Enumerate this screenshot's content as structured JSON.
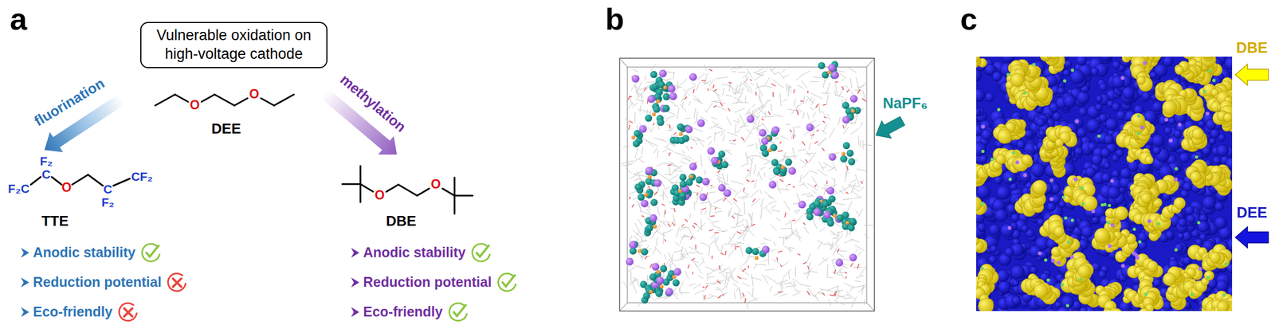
{
  "diagram": {
    "nodes": [
      {
        "text": [
          "Vulnerable oxidation on high-voltage cathode"
        ]
      }
    ],
    "labels": [
      "a",
      "b",
      "c",
      "fluorination",
      "methylation",
      "O",
      "O",
      "DEE",
      "F₂C",
      "F₂",
      "C",
      "O",
      "C",
      "F₂",
      "CF₂",
      "TTE",
      "O",
      "O",
      "DBE",
      "Anodic stability",
      "Reduction potential",
      "Eco-friendly",
      "Anodic stability",
      "Reduction potential",
      "Eco-friendly",
      "NaPF₆",
      "DBE",
      "DEE"
    ]
  }
}
